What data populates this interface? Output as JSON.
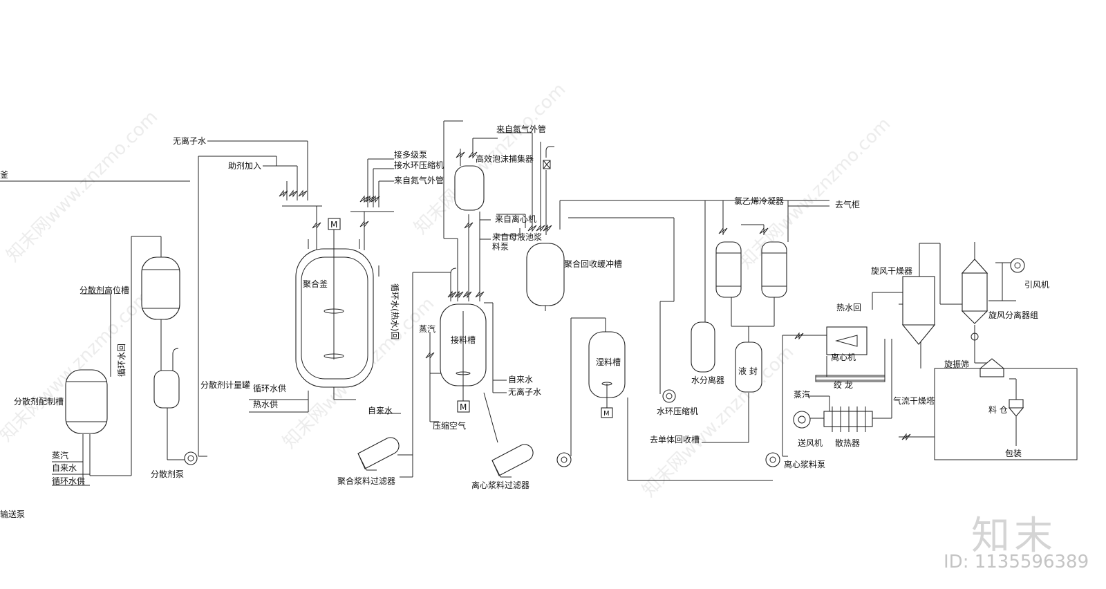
{
  "labels": {
    "wuli_zishui": "无离子水",
    "zhuji_jiaru": "助剂加入",
    "jie_duojibeng": "接多级泵",
    "jie_shuihuan": "接水环压缩机",
    "danqi_1": "来自氮气外管",
    "danqi_2": "来自氮气外管",
    "gaoxiao_paomo": "高效泡沫捕集器",
    "lixinji_from": "来自离心机",
    "muye_from": "来自母液池浆",
    "liao_beng": "料泵",
    "huishou_huanchong": "聚合回收缓冲槽",
    "lvyixi_lengning": "氯乙烯冷凝器",
    "qu_qigui": "去气柜",
    "fenshanji_gaowei": "分散剂高位槽",
    "xunhuan_hui": "循环水回",
    "fenshanji_peizhi": "分散剂配制槽",
    "zhengqi_1": "蒸汽",
    "zilaishui_1": "自来水",
    "xunhuan_gong_1": "循环水供",
    "fenshanji_beng": "分散剂泵",
    "fenshanji_jiliang": "分散剂计量罐",
    "xunhuan_gong_2": "循环水供",
    "reshui_gong": "热水供",
    "juhefu": "聚合釜",
    "xunhuan_rehui": "循环水(热水)回",
    "juhe_guolv": "聚合浆料过滤器",
    "zhengqi_2": "蒸汽",
    "yasuo_kongqi": "压缩空气",
    "zilaishui_2": "自来水",
    "jieliaocao": "接料槽",
    "zilaishui_3": "自来水",
    "wuli_zishui_2": "无离子水",
    "lixin_guolv": "离心浆料过滤器",
    "shiliaocao": "湿料槽",
    "shuifen_liqi": "水分离器",
    "shuihuan_yasuo": "水环压缩机",
    "yefeng": "液 封",
    "qu_danti": "去单体回收槽",
    "lixin_beng": "离心浆料泵",
    "xuanfeng_ganzao": "旋风干燥器",
    "reshui_hui": "热水回",
    "lixinji": "离心机",
    "jiaolong": "绞 龙",
    "zhengqi_3": "蒸汽",
    "songfengji": "送风机",
    "sanreqi": "散热器",
    "qiliu_ganzao": "气流干燥塔",
    "xuanfeng_fenli": "旋风分离器组",
    "yinfengji": "引风机",
    "xuanzhenshai": "旋振筛",
    "liaocang": "料 仓",
    "baozhuang": "包装",
    "cut_left_1": "釜",
    "cut_left_2": "输送泵",
    "motor_m": "M"
  },
  "watermark": {
    "brand": "知末",
    "id": "ID: 1135596389",
    "site": "知末网www.znzmo.com"
  }
}
